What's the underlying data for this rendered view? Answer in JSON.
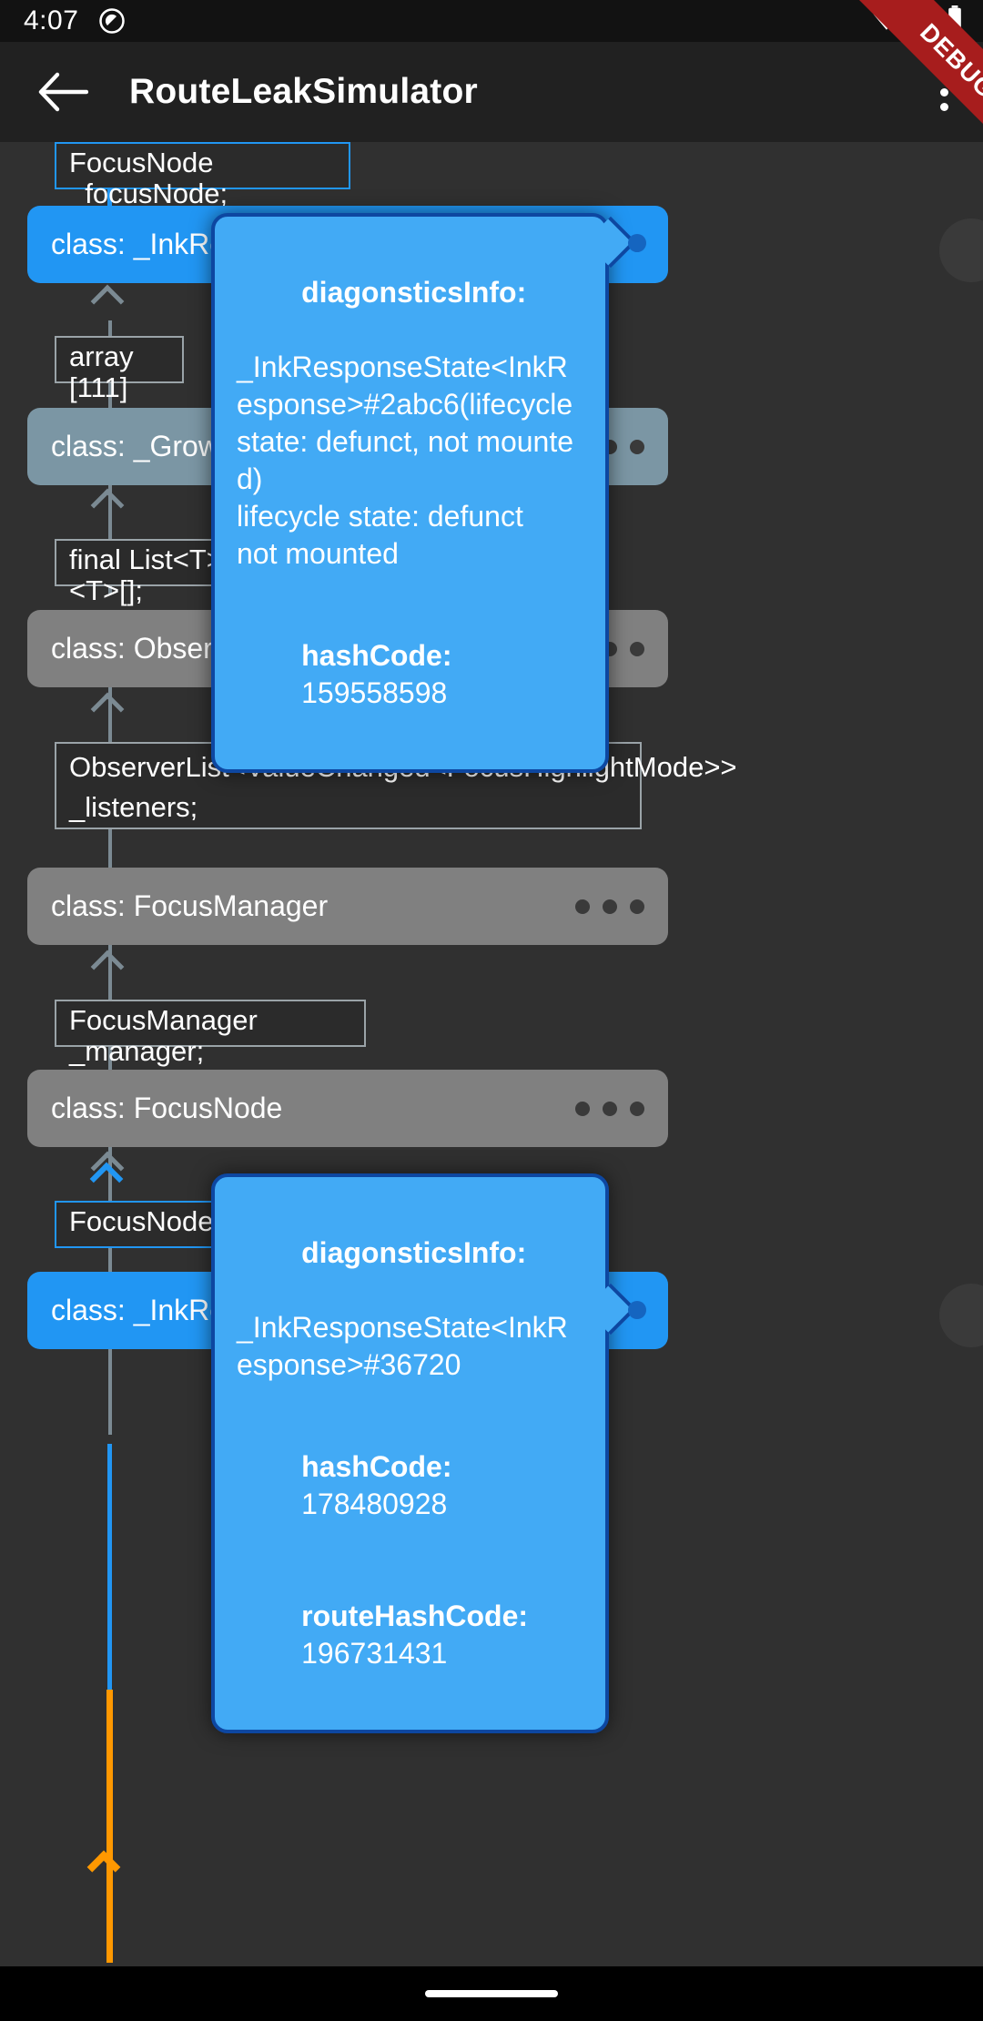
{
  "status_bar": {
    "time": "4:07",
    "left_icon": "privacy-indicator-icon",
    "right_icons": [
      "wifi-icon",
      "cellular-signal-icon",
      "battery-icon"
    ]
  },
  "app_bar": {
    "back_icon": "back-arrow-icon",
    "title": "RouteLeakSimulator",
    "overflow_icon": "overflow-menu-icon"
  },
  "debug_banner": {
    "label": "DEBUG"
  },
  "graph": {
    "fields": [
      {
        "id": "f_focusnode_top",
        "text": "FocusNode _focusNode;"
      },
      {
        "id": "f_array",
        "text": "array [111]"
      },
      {
        "id": "f_list",
        "text": "final List<T> _list = <T>[];"
      },
      {
        "id": "f_listeners",
        "text": "ObserverList<ValueChanged<FocusHighlightMode>> _listeners;"
      },
      {
        "id": "f_manager",
        "text": "FocusManager _manager;"
      },
      {
        "id": "f_focusnode_bottom",
        "text": "FocusNode _"
      }
    ],
    "nodes": [
      {
        "id": "n_ink_top",
        "label": "class: _InkResp",
        "style": "blue",
        "menu_icon": "more-options-icon"
      },
      {
        "id": "n_growable",
        "label": "class: _Growab",
        "style": "grey-blue",
        "menu_icon": "more-options-icon"
      },
      {
        "id": "n_observerlist",
        "label": "class: ObserverList",
        "style": "grey",
        "menu_icon": "more-options-icon"
      },
      {
        "id": "n_focusmanager",
        "label": "class: FocusManager",
        "style": "grey",
        "menu_icon": "more-options-icon"
      },
      {
        "id": "n_focusnode",
        "label": "class: FocusNode",
        "style": "grey",
        "menu_icon": "more-options-icon"
      },
      {
        "id": "n_ink_bottom",
        "label": "class: _InkResp",
        "style": "blue",
        "menu_icon": "more-options-icon"
      }
    ],
    "tooltips": [
      {
        "id": "tip_top",
        "diag_label": "diagonsticsInfo:",
        "diag_value": "_InkResponseState<InkResponse>#2abc6(lifecycle state: defunct, not mounted)\nlifecycle state: defunct\nnot mounted",
        "hash_label": "hashCode:",
        "hash_value": "159558598"
      },
      {
        "id": "tip_bottom",
        "diag_label": "diagonsticsInfo:",
        "diag_value": "_InkResponseState<InkResponse>#36720",
        "hash_label": "hashCode:",
        "hash_value": "178480928",
        "route_label": "routeHashCode:",
        "route_value": "196731431"
      }
    ]
  },
  "nav_bar": {
    "pill": "home-indicator"
  },
  "colors": {
    "accent_blue": "#2196f3",
    "tooltip_blue": "#42aaf5",
    "tooltip_border": "#0d47a1",
    "node_grey": "#808080",
    "node_grey_blue": "#7b96a4",
    "edge_orange": "#ff9800",
    "background": "#303030",
    "appbar": "#212121",
    "debug_red": "#a71d1d"
  }
}
